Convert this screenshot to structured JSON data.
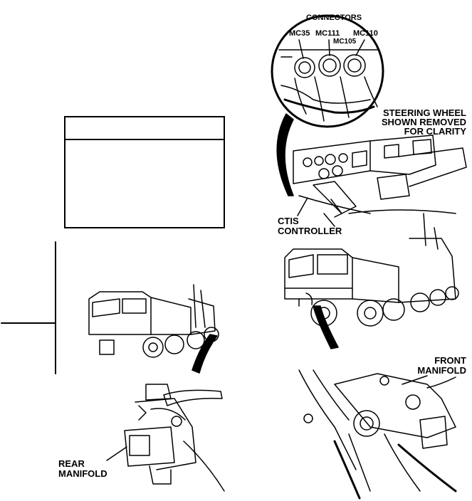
{
  "labels": {
    "connectors": "CONNECTORS",
    "mc35": "MC35",
    "mc111": "MC111",
    "mc110": "MC110",
    "mc105": "MC105",
    "steering_line1": "STEERING WHEEL",
    "steering_line2": "SHOWN REMOVED",
    "steering_line3": "FOR CLARITY",
    "ctis_line1": "CTIS",
    "ctis_line2": "CONTROLLER",
    "front_line1": "FRONT",
    "front_line2": "MANIFOLD",
    "rear_line1": "REAR",
    "rear_line2": "MANIFOLD"
  }
}
